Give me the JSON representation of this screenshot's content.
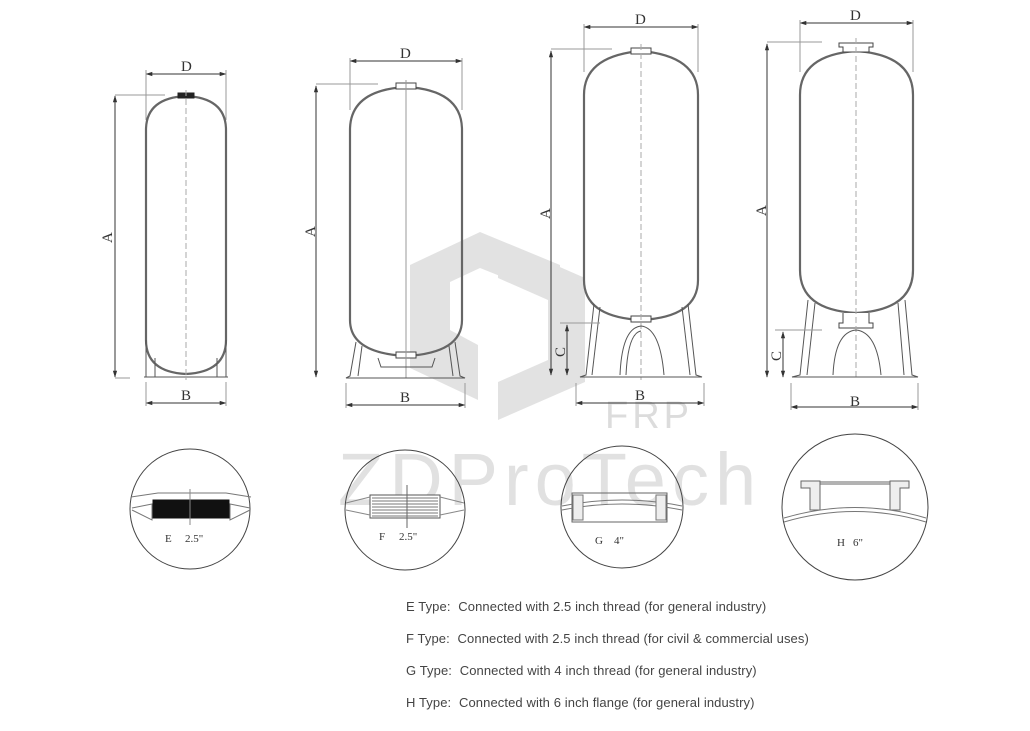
{
  "figure": {
    "type": "technical-drawing",
    "subject": "FRP pressure vessel tank types with opening details"
  },
  "tanks": [
    {
      "id": "tank-1",
      "dimension_labels": {
        "diameter": "D",
        "height": "A",
        "base": "B"
      },
      "opening": "E"
    },
    {
      "id": "tank-2",
      "dimension_labels": {
        "diameter": "D",
        "height": "A",
        "base": "B"
      },
      "opening": "F"
    },
    {
      "id": "tank-3",
      "dimension_labels": {
        "diameter": "D",
        "height": "A",
        "base": "B",
        "clearance": "C"
      },
      "opening": "G"
    },
    {
      "id": "tank-4",
      "dimension_labels": {
        "diameter": "D",
        "height": "A",
        "base": "B",
        "clearance": "C"
      },
      "opening": "H"
    }
  ],
  "details": [
    {
      "letter": "E",
      "size": "2.5\""
    },
    {
      "letter": "F",
      "size": "2.5\""
    },
    {
      "letter": "G",
      "size": "4\""
    },
    {
      "letter": "H",
      "size": "6\""
    }
  ],
  "legend": [
    {
      "type": "E Type:",
      "description": "Connected with 2.5 inch thread (for general industry)"
    },
    {
      "type": "F Type:",
      "description": "Connected with 2.5 inch thread (for civil & commercial uses)"
    },
    {
      "type": "G Type:",
      "description": "Connected with 4 inch thread (for general industry)"
    },
    {
      "type": "H Type:",
      "description": "Connected with 6 inch flange (for general industry)"
    }
  ],
  "watermark": {
    "brand": "ZDProTech",
    "sub": "FRP",
    "color": "#d9d9d9"
  }
}
